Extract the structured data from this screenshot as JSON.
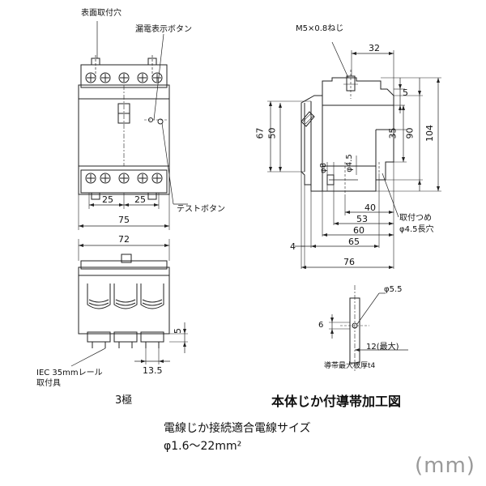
{
  "labels": {
    "surface_mount_hole": "表面取付穴",
    "leak_indicator_button": "漏電表示ボタン",
    "test_button": "テストボタン",
    "screw": "M5×0.8ねじ",
    "mount_tab": "取付つめ",
    "mount_slot": "φ4.5長穴",
    "din_rail_line1": "IEC 35mmレール",
    "din_rail_line2": "取付具",
    "poles": "3極",
    "busbar_title": "本体じか付導帯加工図",
    "max_thickness": "導帯最大板厚t4",
    "wire_line1": "電線じか接続適合電線サイズ",
    "wire_line2": "φ1.6～22mm²",
    "unit": "(mm)"
  },
  "dimensions": {
    "front_pitch_1": "25",
    "front_pitch_2": "25",
    "front_width": "75",
    "bottom_width": "72",
    "rail_offset": "5",
    "rail_width": "13.5",
    "top_32": "32",
    "right_5": "5",
    "right_35": "35",
    "right_90": "90",
    "right_104": "104",
    "left_67": "67",
    "left_50": "50",
    "phi_45": "φ4.5",
    "phi_8": "φ8",
    "depth_40": "40",
    "depth_53": "53",
    "depth_60": "60",
    "depth_4": "4",
    "depth_65": "65",
    "depth_76": "76",
    "hole_55": "φ5.5",
    "bar_6": "6",
    "bar_12": "12(最大)"
  }
}
